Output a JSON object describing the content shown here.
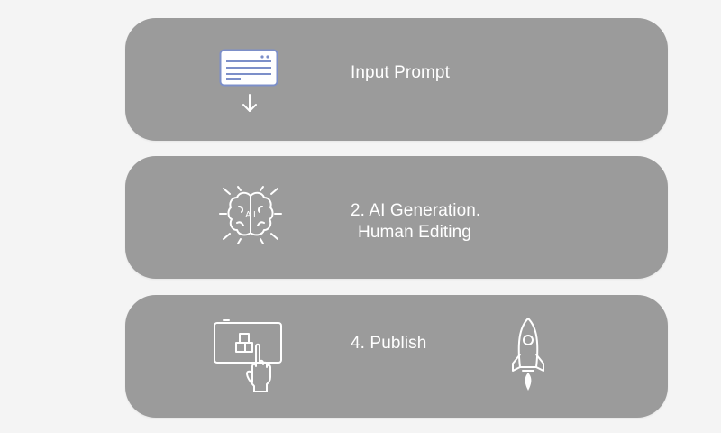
{
  "steps": [
    {
      "label": "Input Prompt",
      "icon": "browser-window-arrow-down-icon"
    },
    {
      "label_line1": "2. AI Generation.",
      "label_line2": "Human Editing",
      "icon": "ai-brain-icon",
      "icon_text": "A I"
    },
    {
      "label": "4. Publish",
      "icon": "hand-touching-screen-icon",
      "icon_right": "rocket-icon"
    }
  ],
  "colors": {
    "background": "#f4f4f4",
    "card": "#9b9b9b",
    "foreground": "#ffffff",
    "accent_window": "#7c8fc9"
  }
}
